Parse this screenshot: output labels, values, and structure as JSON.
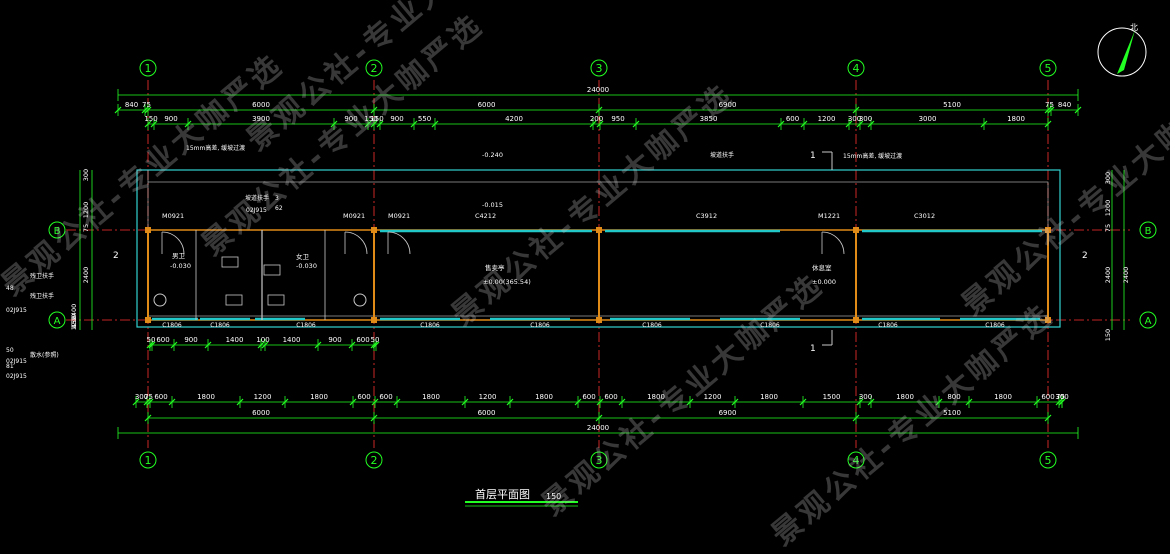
{
  "drawing_title": "首层平面图",
  "drawing_scale": "150",
  "north_label": "北",
  "grid_axes_vertical": [
    "1",
    "2",
    "3",
    "4",
    "5"
  ],
  "grid_axes_horizontal": [
    "A",
    "B"
  ],
  "overall_dimension": "24000",
  "top_bay_dims": [
    "840",
    "75",
    "6000",
    "6000",
    "6900",
    "5100",
    "75",
    "840"
  ],
  "top_detail_dims": [
    "150",
    "900",
    "3900",
    "900",
    "150",
    "150",
    "900",
    "550",
    "4200",
    "200",
    "950",
    "3850",
    "600",
    "1200",
    "300",
    "300",
    "3000",
    "1800"
  ],
  "bottom_detail_dims": [
    "300",
    "75",
    "600",
    "1800",
    "1200",
    "1800",
    "600",
    "600",
    "1800",
    "1200",
    "1800",
    "600",
    "600",
    "1800",
    "1200",
    "1800",
    "1500",
    "300",
    "1800",
    "800",
    "1800",
    "600",
    "75",
    "300"
  ],
  "bottom_bay_dims": [
    "6000",
    "6000",
    "6900",
    "5100"
  ],
  "below_plan_dims": [
    "50",
    "600",
    "900",
    "1400",
    "100",
    "1400",
    "900",
    "600",
    "50"
  ],
  "left_side_dims": [
    "300",
    "1200",
    "75",
    "2400",
    "2400",
    "1200",
    "450",
    "150"
  ],
  "right_side_dims": [
    "300",
    "1200",
    "75",
    "2400",
    "2400",
    "150"
  ],
  "levels": [
    "-0.240",
    "-0.015",
    "-0.030",
    "-0.030",
    "±0.00(365.54)",
    "±0.000"
  ],
  "room_labels": [
    "男卫",
    "女卫",
    "售卖亭",
    "休息室"
  ],
  "door_labels": [
    "M0921",
    "M0921",
    "M0921",
    "M1221"
  ],
  "window_labels": [
    "C4212",
    "C3912",
    "C3012"
  ],
  "bottom_window_labels": [
    "C1806",
    "C1806",
    "C1806",
    "C1806",
    "C1806",
    "C1806",
    "C1806",
    "C1806",
    "C1806"
  ],
  "notes": [
    "15mm高差, 缓坡过渡",
    "15mm高差, 缓坡过渡",
    "坡道扶手",
    "坡道扶手",
    "残卫扶手",
    "残卫扶手",
    "散水(参照)"
  ],
  "note_refs": [
    "02J915",
    "48",
    "02J915",
    "50",
    "02J915",
    "81",
    "02J915",
    "3",
    "62"
  ],
  "section_mark": "1",
  "section_mark_side": "2",
  "watermark": "景观公社-专业大咖严选",
  "colors": {
    "background": "#000000",
    "grid_line": "#ff3030",
    "dimension": "#22ff22",
    "wall_outer": "#33d0d0",
    "column": "#e08a18",
    "text": "#ffffff",
    "window": "#22c8c8",
    "fixture": "#c8c8c8"
  }
}
